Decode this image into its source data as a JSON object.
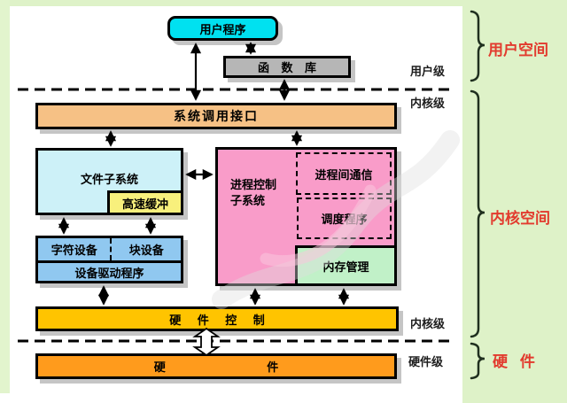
{
  "boxes": {
    "user_program": {
      "label": "用户程序"
    },
    "function_library": {
      "label": "函 数 库"
    },
    "system_call_interface": {
      "label": "系统调用接口"
    },
    "file_subsystem": {
      "label": "文件子系统"
    },
    "buffer_cache": {
      "label": "高速缓冲"
    },
    "process_control": {
      "line1": "进程控制",
      "line2": "子系统"
    },
    "ipc": {
      "label": "进程间通信"
    },
    "scheduler": {
      "label": "调度程序"
    },
    "memory_management": {
      "label": "内存管理"
    },
    "character_device": {
      "label": "字符设备"
    },
    "block_device": {
      "label": "块设备"
    },
    "device_driver": {
      "label": "设备驱动程序"
    },
    "hardware_control": {
      "label": "硬 件 控 制"
    },
    "hardware": {
      "label": "硬 件"
    }
  },
  "level_labels": {
    "user": "用户级",
    "kernel_top": "内核级",
    "kernel_bottom": "内核级",
    "hardware": "硬件级"
  },
  "space_labels": {
    "user": "用户空间",
    "kernel": "内核空间",
    "hardware": "硬 件"
  },
  "colors": {
    "panel_green": "#def2c8",
    "user_program_cyan": "#00e1f0",
    "library_gray": "#b6b6b6",
    "syscall_peach": "#f6c185",
    "file_subsystem_cyan": "#cdf1f8",
    "buffer_yellow": "#f8f07c",
    "process_pink": "#f99cc9",
    "memory_green": "#c1f1c8",
    "device_blue": "#90c8f0",
    "hw_control_gold": "#ffc400",
    "hardware_orange": "#ff9b1c",
    "space_label_red": "#e23b2e",
    "box_border": "#000000"
  }
}
